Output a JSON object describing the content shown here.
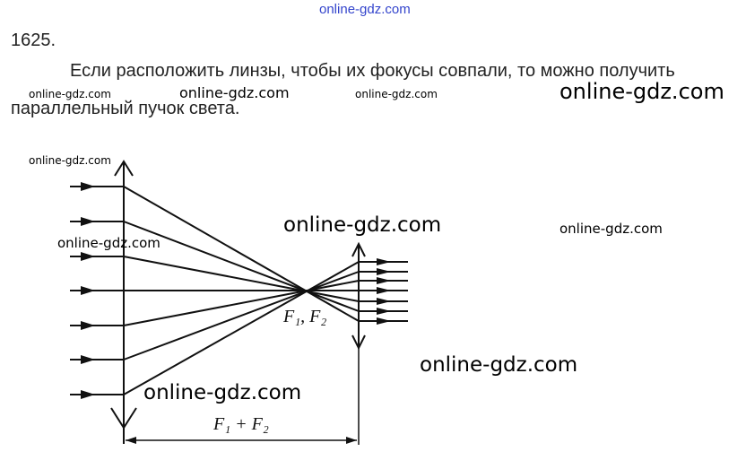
{
  "header_watermark": "online-gdz.com",
  "problem_number": "1625.",
  "text_line1": "Если расположить линзы, чтобы их фокусы совпали, то можно получить",
  "text_line2": "параллельный пучок света.",
  "watermarks": [
    "online-gdz.com",
    "online-gdz.com",
    "online-gdz.com",
    "online-gdz.com",
    "online-gdz.com",
    "online-gdz.com",
    "online-gdz.com",
    "online-gdz.com",
    "online-gdz.com",
    "online-gdz.com"
  ],
  "diagram": {
    "focus_label": "F₁, F₂",
    "distance_label": "F₁ + F₂"
  }
}
